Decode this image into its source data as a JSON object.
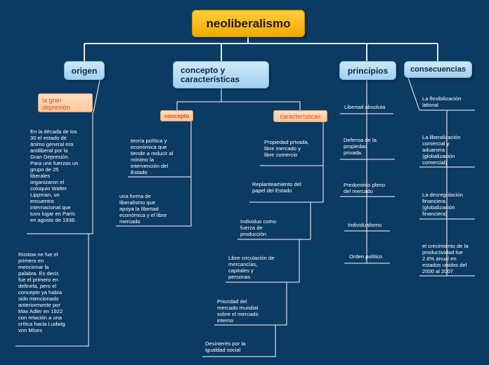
{
  "root": "neoliberalismo",
  "branches": {
    "origen": "origen",
    "concepto": "concepto y características",
    "principios": "principios",
    "consecuencias": "consecuencias"
  },
  "origen": {
    "sub": "la gran depresión",
    "leaves": [
      "En la década de los 30 el estado de ánimo general era antiliberal por la Gran Depresión. Para unir fuerzas un grupo de 25 liberales organizaron el coloquio Walter Lippman, un encuentro internacional que tuvo lugar en París en agosto de 1938.",
      "Rüstow ne fue el primero en mencionar la palabra. Es decir, fue el primero en definirla, pero el concepto ya había sido mencionado anteriormente por Max Adler en 1922 con relación a una crítica hacia Ludwig von Mises"
    ]
  },
  "concepto": {
    "sub": "concepto",
    "leaves": [
      "teoría política y económica que tiende a reducir al mínimo la intervención del Estado",
      "una forma de liberalismo que apoya la libertad económica y el libre mercado"
    ]
  },
  "caracteristicas": {
    "sub": "características",
    "leaves": [
      "Propiedad privada, libre mercado y libre comercio",
      "Replanteamiento del papel del Estado",
      "Individuo como fuerza de producción",
      "Libre circulación de mercancías, capitales y personas",
      "Prioridad del mercado mundial sobre el mercado interno",
      "Desinterés por la igualdad social"
    ]
  },
  "principios": {
    "leaves": [
      "Libertad absoluta",
      "Defensa de la propiedad privada.",
      "Predominio pleno del mercado",
      "Individualismo",
      "Orden político"
    ]
  },
  "consecuencias": {
    "leaves": [
      "La flexibilización laboral",
      "La liberalización comercial y aduanera (globalización comercial)",
      "La desregulación financiera (globalización financiera)",
      "el crecimiento de la productividad fue 2.6% anual en estados unidos del 2000 al 2007"
    ]
  }
}
